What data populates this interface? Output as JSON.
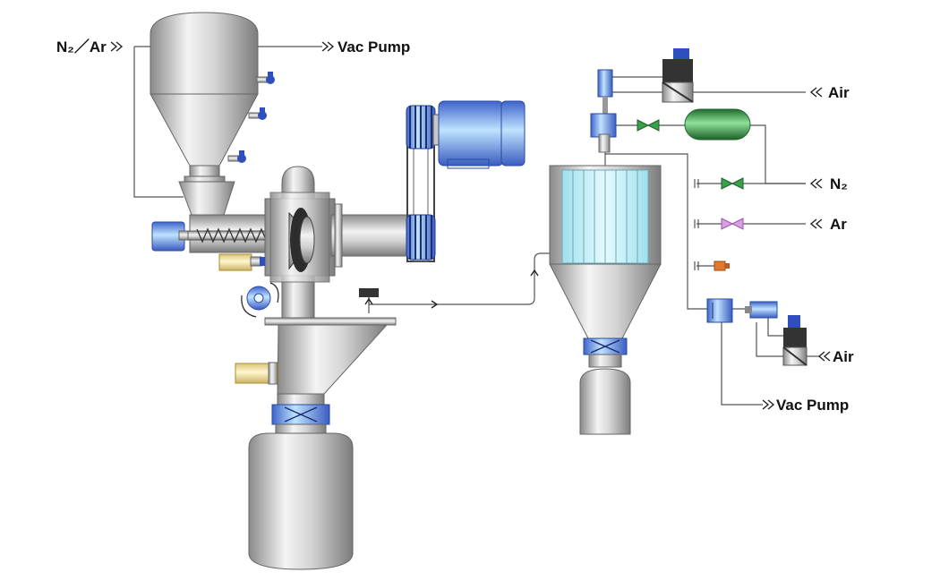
{
  "labels": {
    "n2_ar": "N₂／Ar",
    "vac_pump_top": "Vac Pump",
    "air_top": "Air",
    "n2_right": "N₂",
    "ar_right": "Ar",
    "air_bottom": "Air",
    "vac_pump_bottom": "Vac Pump"
  },
  "colors": {
    "steel_dark": "#8a8a8a",
    "steel_light": "#f4f4f4",
    "motor_blue": "#3e63c9",
    "motor_light": "#bfe3ff",
    "valve_blue": "#2f4fbf",
    "gas_cylinder": "#2e8b3e",
    "n2_valve": "#3aa04a",
    "ar_valve": "#c060d0",
    "fitting_orange": "#e07a30",
    "filter_cyan": "#bff0f8",
    "cylinder_cream": "#f3e6a8"
  }
}
